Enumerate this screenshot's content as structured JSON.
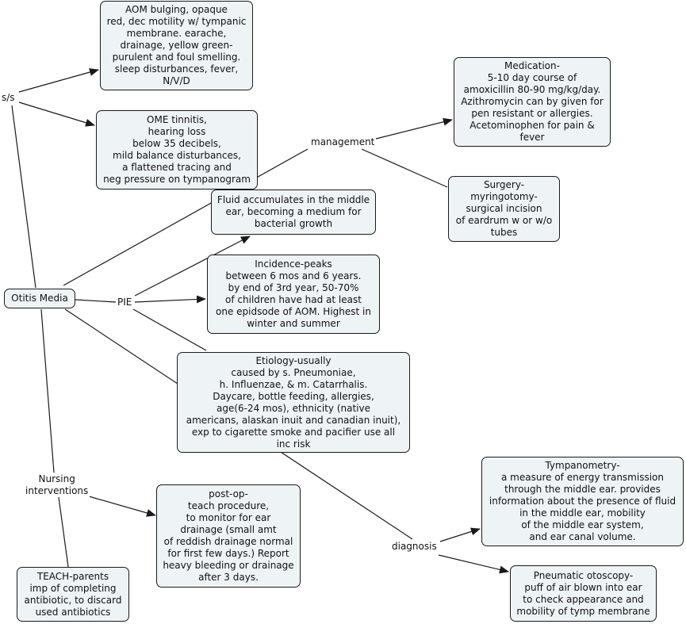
{
  "nodes": {
    "otitis_media": "Otitis Media",
    "aom": "AOM bulging, opaque\nred, dec motility w/ tympanic\nmembrane. earache,\ndrainage, yellow green-\npurulent and foul smelling.\nsleep disturbances, fever,\nN/V/D",
    "ome": "OME tinnitis,\nhearing loss\nbelow 35 decibels,\nmild balance disturbances,\na flattened tracing and\nneg pressure on tympanogram",
    "medication": "Medication-\n5-10 day course of\namoxicillin 80-90 mg/kg/day.\nAzithromycin can by given for\npen resistant or allergies.\nAcetominophen for pain &\nfever",
    "surgery": "Surgery-\nmyringotomy-\nsurgical incision\nof eardrum w or w/o\ntubes",
    "fluid": "Fluid accumulates in the middle\near, becoming a medium for\nbacterial growth",
    "incidence": "Incidence-peaks\nbetween 6 mos and 6 years.\nby end of 3rd year, 50-70%\nof children have had at least\none epidsode of AOM.  Highest in\nwinter and summer",
    "etiology": "Etiology-usually\ncaused by s. Pneumoniae,\nh. Influenzae, & m. Catarrhalis.\nDaycare, bottle feeding, allergies,\nage(6-24 mos), ethnicity (native\namericans, alaskan inuit and canadian inuit),\nexp to cigarette smoke and pacifier use all\ninc risk",
    "postop": "post-op-\nteach procedure,\nto  monitor for ear\ndrainage (small amt\nof reddish drainage normal\nfor first few days.)  Report\nheavy bleeding or drainage\nafter 3 days.",
    "teach": "TEACH-parents\nimp of completing\nantibiotic, to discard\nused antibiotics",
    "tympanometry": "Tympanometry-\na measure of energy transmission\nthrough the middle ear.  provides\ninformation about the presence of fluid\nin the middle ear, mobility\nof the middle ear system,\nand ear canal volume.",
    "otoscopy": "Pneumatic otoscopy-\npuff of air blown into ear\nto check appearance and\nmobility of tymp membrane"
  },
  "labels": {
    "ss": "s/s",
    "management": "management",
    "pie": "PIE",
    "nursing": "Nursing\ninterventions",
    "diagnosis": "diagnosis"
  },
  "colors": {
    "node_fill": "#eef3f5",
    "line": "#1a1a1a"
  }
}
